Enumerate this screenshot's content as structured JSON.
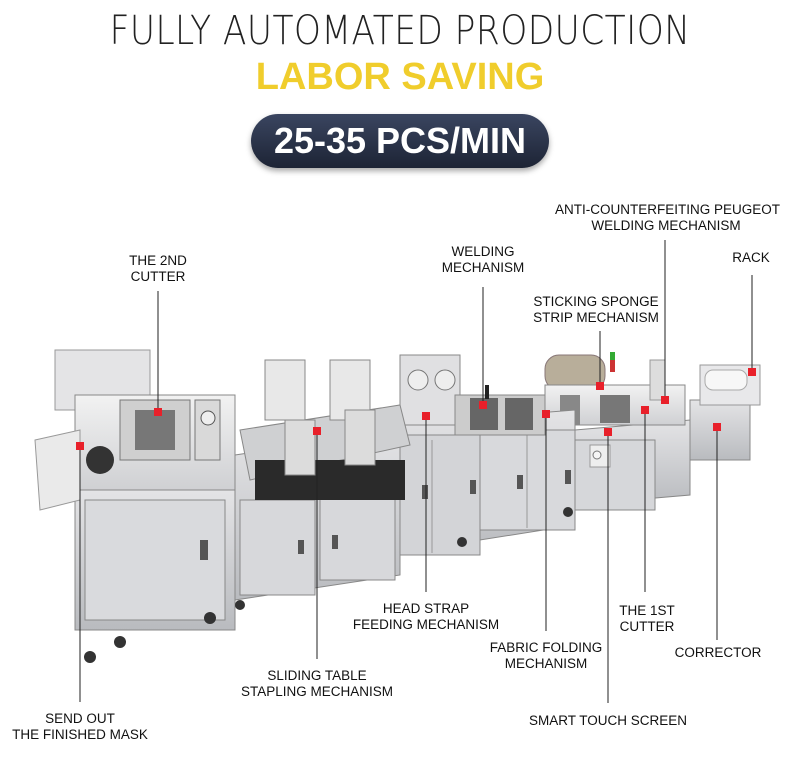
{
  "header": {
    "title": "FULLY AUTOMATED PRODUCTION",
    "subtitle": "LABOR SAVING",
    "speed_badge": "25-35 PCS/MIN"
  },
  "colors": {
    "subtitle": "#f0cd2c",
    "badge": "#2a3248",
    "marker": "#e8202a"
  },
  "labels": {
    "cutter_2nd": [
      "THE 2ND",
      "CUTTER"
    ],
    "welding": [
      "WELDING",
      "MECHANISM"
    ],
    "anti_counterfeiting": [
      "ANTI-COUNTERFEITING PEUGEOT",
      "WELDING MECHANISM"
    ],
    "rack": [
      "RACK"
    ],
    "sponge": [
      "STICKING SPONGE",
      "STRIP MECHANISM"
    ],
    "head_strap": [
      "HEAD STRAP",
      "FEEDING MECHANISM"
    ],
    "cutter_1st": [
      "THE 1ST",
      "CUTTER"
    ],
    "fabric_folding": [
      "FABRIC FOLDING",
      "MECHANISM"
    ],
    "corrector": [
      "CORRECTOR"
    ],
    "sliding_table": [
      "SLIDING TABLE",
      "STAPLING MECHANISM"
    ],
    "send_out": [
      "SEND OUT",
      "THE FINISHED MASK"
    ],
    "touch_screen": [
      "SMART TOUCH SCREEN"
    ]
  }
}
